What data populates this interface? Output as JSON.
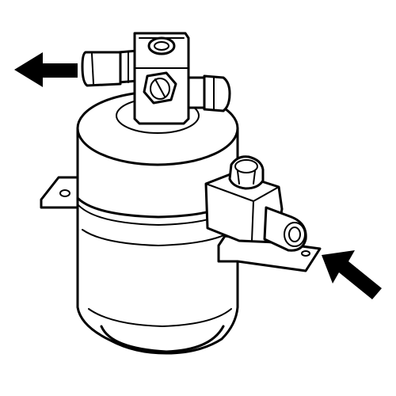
{
  "diagram": {
    "subject": "receiver-drier",
    "line_color": "#000000",
    "background": "#ffffff",
    "arrows": [
      {
        "role": "outlet",
        "direction": "left"
      },
      {
        "role": "inlet",
        "direction": "up-left"
      }
    ]
  }
}
